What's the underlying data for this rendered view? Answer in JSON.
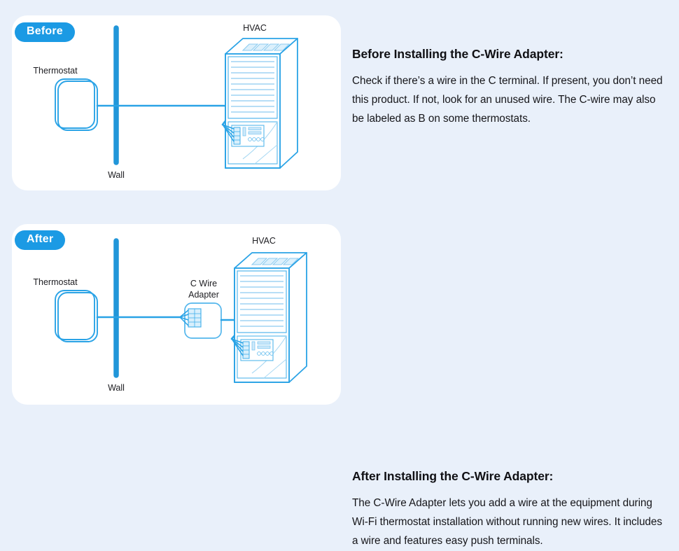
{
  "theme": {
    "page_background": "#e9f0fa",
    "card_background": "#ffffff",
    "accent_blue": "#1b9ae4",
    "line_blue": "#2aa3e6",
    "light_blue": "#8ccbf0",
    "wall_blue": "#2196d9",
    "heading_color": "#101014",
    "body_color": "#16161a"
  },
  "sections": [
    {
      "id": "before",
      "badge": "Before",
      "diagram": {
        "labels": {
          "thermostat": "Thermostat",
          "wall": "Wall",
          "hvac": "HVAC"
        },
        "has_adapter": false
      },
      "heading": "Before Installing the C-Wire Adapter:",
      "body": "Check if there’s a wire in the C terminal. If present, you don’t need this product. If not, look for an unused wire. The C-wire may also be labeled as B on some thermostats."
    },
    {
      "id": "after",
      "badge": "After",
      "diagram": {
        "labels": {
          "thermostat": "Thermostat",
          "wall": "Wall",
          "hvac": "HVAC",
          "adapter_line1": "C Wire",
          "adapter_line2": "Adapter"
        },
        "has_adapter": true
      },
      "heading": "After Installing the C-Wire Adapter:",
      "body": "The C-Wire Adapter lets you add a wire at the equipment during Wi-Fi thermostat installation without running new wires. It includes a wire and features easy push terminals."
    }
  ]
}
